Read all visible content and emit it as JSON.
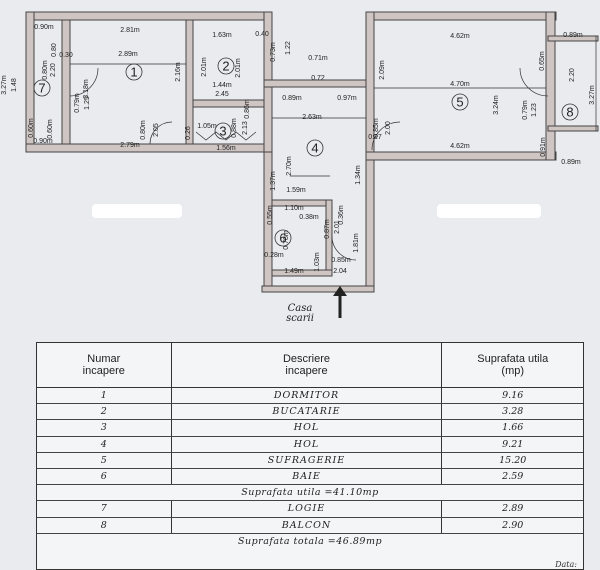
{
  "floor_plan": {
    "rooms": [
      {
        "num": "1"
      },
      {
        "num": "2"
      },
      {
        "num": "3"
      },
      {
        "num": "4"
      },
      {
        "num": "5"
      },
      {
        "num": "6"
      },
      {
        "num": "7"
      },
      {
        "num": "8"
      }
    ],
    "dimension_labels": [
      "0.90m",
      "2.81m",
      "1.63m",
      "0.40",
      "4.62m",
      "0.89m",
      "0.80",
      "1.22",
      "0.73m",
      "2.89m",
      "0.71m",
      "0.72",
      "2.16m",
      "2.01m",
      "2.01m",
      "4.70m",
      "3.27m",
      "1.48",
      "0.80m",
      "2.20",
      "0.30",
      "3.18m",
      "0.79m",
      "1.25",
      "1.44m",
      "0.86m",
      "2.45",
      "2.09m",
      "0.89m",
      "0.97m",
      "2.63m",
      "3.24m",
      "0.79m",
      "1.23",
      "0.65m",
      "2.20",
      "3.27m",
      "0.60m",
      "0.60m",
      "2.79m",
      "0.90m",
      "0.26",
      "1.05m",
      "0.88m",
      "2.13",
      "0.85m",
      "2.00",
      "0.80m",
      "2.05",
      "1.56m",
      "2.70m",
      "0.17",
      "4.62m",
      "0.89m",
      "0.91m",
      "1.37m",
      "1.34m",
      "1.59m",
      "0.55m",
      "1.10m",
      "0.38m",
      "0.36m",
      "0.78m",
      "0.87m",
      "2.01",
      "1.81m",
      "0.28m",
      "1.49m",
      "1.03m",
      "0.85m",
      "2.04"
    ],
    "stair_label": "Casa\nscarii"
  },
  "table": {
    "headers": {
      "num": "Numar\nincapere",
      "desc": "Descriere\nincapere",
      "area": "Suprafata utila\n(mp)"
    },
    "rows": [
      {
        "num": "1",
        "desc": "DORMITOR",
        "area": "9.16"
      },
      {
        "num": "2",
        "desc": "BUCATARIE",
        "area": "3.28"
      },
      {
        "num": "3",
        "desc": "HOL",
        "area": "1.66"
      },
      {
        "num": "4",
        "desc": "HOL",
        "area": "9.21"
      },
      {
        "num": "5",
        "desc": "SUFRAGERIE",
        "area": "15.20"
      },
      {
        "num": "6",
        "desc": "BAIE",
        "area": "2.59"
      }
    ],
    "useful_total": "Suprafata   utila   =41.10mp",
    "extra_rows": [
      {
        "num": "7",
        "desc": "LOGIE",
        "area": "2.89"
      },
      {
        "num": "8",
        "desc": "BALCON",
        "area": "2.90"
      }
    ],
    "grand_total": "Suprafata   totala   =46.89mp",
    "date_label": "Data:"
  }
}
